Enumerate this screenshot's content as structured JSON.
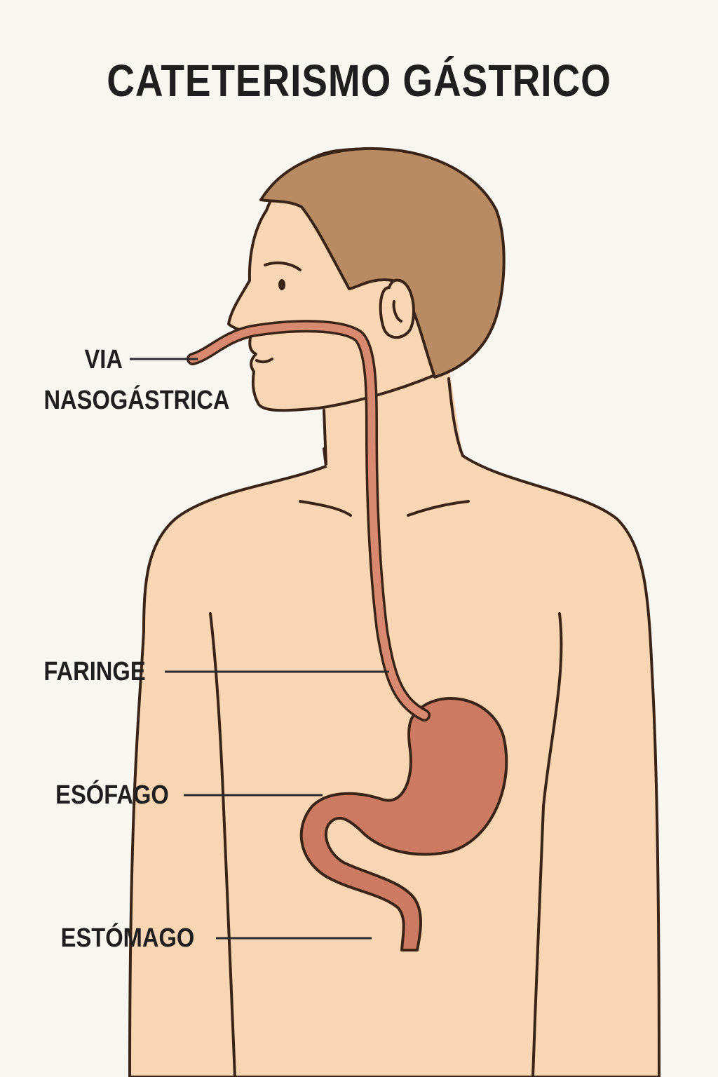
{
  "title": "CATETERISMO GÁSTRICO",
  "labels": {
    "via_line1": "VIA",
    "via_line2": "NASOGÁSTRICA",
    "faringe": "FARINGE",
    "esofago": "ESÓFAGO",
    "estomago": "ESTÓMAGO"
  },
  "colors": {
    "background": "#f8f6f1",
    "skin": "#f8d6b4",
    "hair": "#b98b63",
    "outline": "#3a2418",
    "organ": "#cc7b62"
  }
}
